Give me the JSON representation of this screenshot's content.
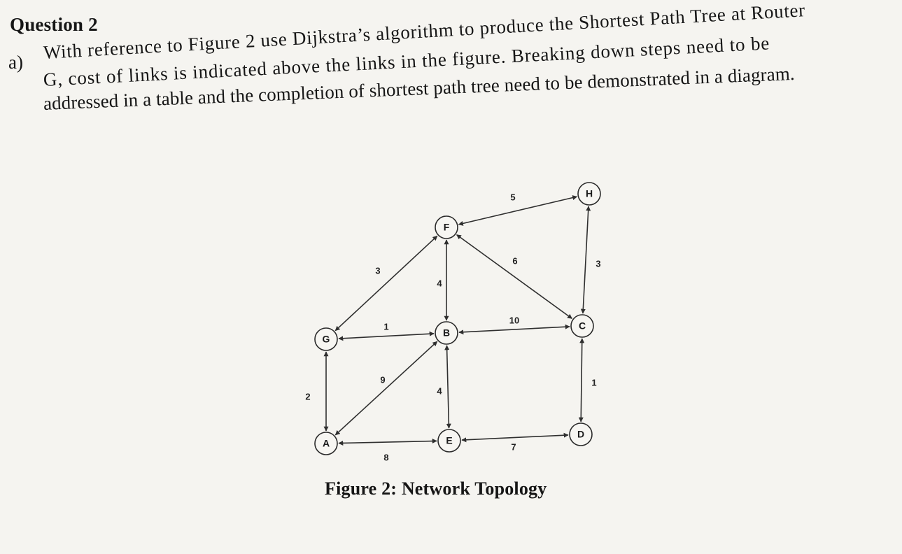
{
  "question": {
    "heading": "Question 2",
    "part_marker": "a)",
    "lines": [
      "With reference to Figure 2 use Dijkstra’s algorithm to produce the Shortest Path Tree at Router",
      "G, cost of links is indicated above the links in the figure. Breaking down steps need to be",
      "addressed in a table and the completion of shortest path tree need to be demonstrated in a diagram."
    ]
  },
  "figure": {
    "caption": "Figure 2: Network Topology",
    "nodes": [
      {
        "id": "F",
        "label": "F"
      },
      {
        "id": "H",
        "label": "H"
      },
      {
        "id": "G",
        "label": "G"
      },
      {
        "id": "B",
        "label": "B"
      },
      {
        "id": "C",
        "label": "C"
      },
      {
        "id": "A",
        "label": "A"
      },
      {
        "id": "E",
        "label": "E"
      },
      {
        "id": "D",
        "label": "D"
      }
    ],
    "links": [
      {
        "id": "F-H",
        "from": "F",
        "to": "H",
        "cost": "5"
      },
      {
        "id": "F-G",
        "from": "F",
        "to": "G",
        "cost": "3"
      },
      {
        "id": "F-B",
        "from": "F",
        "to": "B",
        "cost": "4"
      },
      {
        "id": "F-C",
        "from": "F",
        "to": "C",
        "cost": "6"
      },
      {
        "id": "H-C",
        "from": "H",
        "to": "C",
        "cost": "3"
      },
      {
        "id": "G-B",
        "from": "G",
        "to": "B",
        "cost": "1"
      },
      {
        "id": "B-C",
        "from": "B",
        "to": "C",
        "cost": "10"
      },
      {
        "id": "G-A",
        "from": "G",
        "to": "A",
        "cost": "2"
      },
      {
        "id": "A-B",
        "from": "A",
        "to": "B",
        "cost": "9"
      },
      {
        "id": "B-E",
        "from": "B",
        "to": "E",
        "cost": "4"
      },
      {
        "id": "C-D",
        "from": "C",
        "to": "D",
        "cost": "1"
      },
      {
        "id": "A-E",
        "from": "A",
        "to": "E",
        "cost": "8"
      },
      {
        "id": "E-D",
        "from": "E",
        "to": "D",
        "cost": "7"
      }
    ]
  }
}
